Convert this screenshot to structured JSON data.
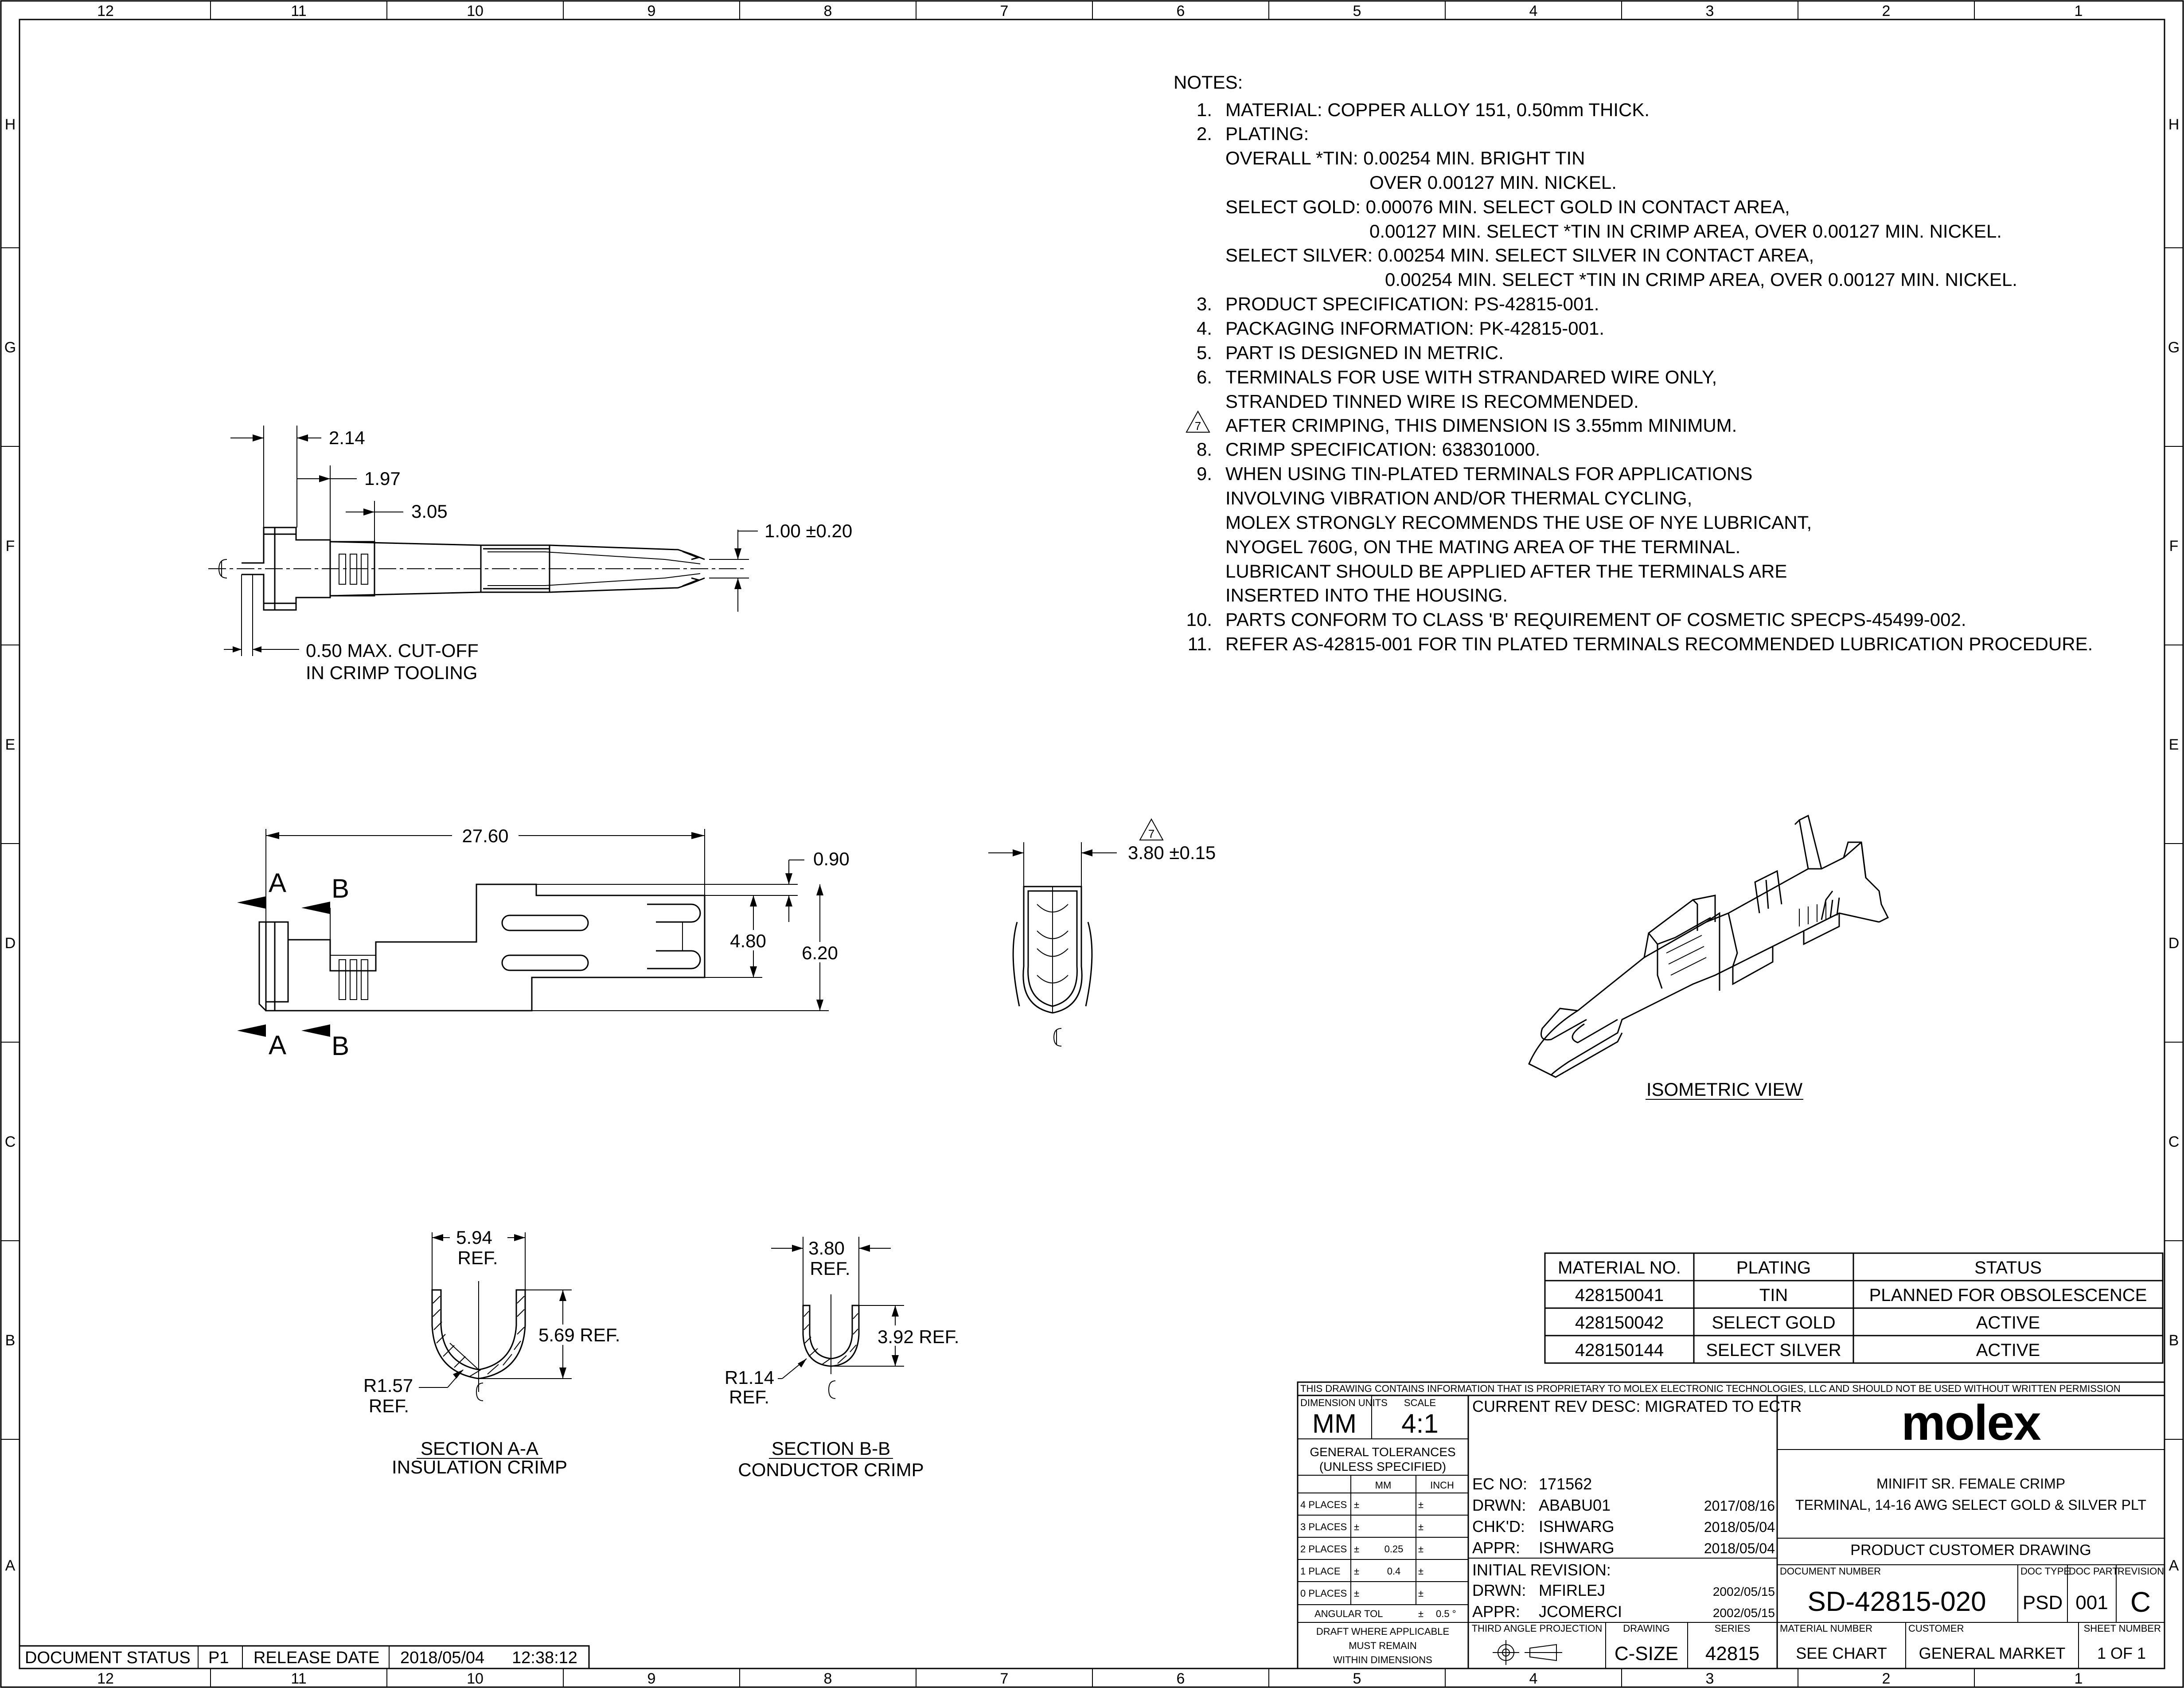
{
  "zones": {
    "columns": [
      "12",
      "11",
      "10",
      "9",
      "8",
      "7",
      "6",
      "5",
      "4",
      "3",
      "2",
      "1"
    ],
    "rows": [
      "H",
      "G",
      "F",
      "E",
      "D",
      "C",
      "B",
      "A"
    ]
  },
  "notes": {
    "heading": "NOTES:",
    "lines": [
      {
        "num": "1.",
        "text": "MATERIAL: COPPER ALLOY 151, 0.50mm THICK."
      },
      {
        "num": "2.",
        "text": "PLATING:"
      },
      {
        "num": "",
        "text": "OVERALL *TIN: 0.00254 MIN. BRIGHT TIN"
      },
      {
        "num": "",
        "text": "OVER 0.00127 MIN. NICKEL."
      },
      {
        "num": "",
        "text": "SELECT GOLD: 0.00076 MIN. SELECT GOLD IN CONTACT AREA,"
      },
      {
        "num": "",
        "text": "0.00127 MIN. SELECT *TIN IN CRIMP AREA, OVER 0.00127 MIN. NICKEL."
      },
      {
        "num": "",
        "text": "SELECT SILVER: 0.00254 MIN. SELECT SILVER IN CONTACT AREA,"
      },
      {
        "num": "",
        "text": "0.00254 MIN. SELECT *TIN IN CRIMP AREA, OVER 0.00127 MIN. NICKEL."
      },
      {
        "num": "3.",
        "text": "PRODUCT SPECIFICATION: PS-42815-001."
      },
      {
        "num": "4.",
        "text": "PACKAGING INFORMATION: PK-42815-001."
      },
      {
        "num": "5.",
        "text": "PART IS DESIGNED IN METRIC."
      },
      {
        "num": "6.",
        "text": "TERMINALS FOR USE WITH STRANDARED WIRE ONLY,"
      },
      {
        "num": "",
        "text": "STRANDED TINNED WIRE IS RECOMMENDED."
      },
      {
        "num": "7",
        "text": "AFTER CRIMPING, THIS DIMENSION IS 3.55mm MINIMUM."
      },
      {
        "num": "8.",
        "text": "CRIMP SPECIFICATION: 638301000."
      },
      {
        "num": "9.",
        "text": "WHEN USING TIN-PLATED TERMINALS FOR APPLICATIONS"
      },
      {
        "num": "",
        "text": "INVOLVING VIBRATION AND/OR THERMAL CYCLING,"
      },
      {
        "num": "",
        "text": "MOLEX STRONGLY RECOMMENDS THE USE OF NYE LUBRICANT,"
      },
      {
        "num": "",
        "text": "NYOGEL 760G, ON THE MATING AREA OF THE TERMINAL."
      },
      {
        "num": "",
        "text": "LUBRICANT SHOULD BE APPLIED AFTER THE TERMINALS ARE"
      },
      {
        "num": "",
        "text": "INSERTED INTO THE HOUSING."
      },
      {
        "num": "10.",
        "text": "PARTS CONFORM TO CLASS 'B' REQUIREMENT OF COSMETIC SPECPS-45499-002."
      },
      {
        "num": "11.",
        "text": "REFER AS-42815-001 FOR TIN PLATED TERMINALS RECOMMENDED LUBRICATION PROCEDURE."
      }
    ]
  },
  "top_view": {
    "dim_a": "2.14",
    "dim_b": "1.97",
    "dim_c": "3.05",
    "dim_tip": "1.00 ±0.20",
    "cutoff_1": "0.50 MAX. CUT-OFF",
    "cutoff_2": "IN CRIMP TOOLING"
  },
  "side_view": {
    "dim_length": "27.60",
    "dim_090": "0.90",
    "dim_480": "4.80",
    "dim_620": "6.20",
    "sec_a": "A",
    "sec_b": "B"
  },
  "end_view": {
    "dim": "3.80 ±0.15",
    "flag": "7"
  },
  "iso_view": {
    "label": "ISOMETRIC VIEW"
  },
  "section_aa": {
    "width_1": "5.94",
    "width_2": "REF.",
    "height": "5.69 REF.",
    "radius_1": "R1.57",
    "radius_2": "REF.",
    "title": "SECTION A-A",
    "subtitle": "INSULATION CRIMP"
  },
  "section_bb": {
    "width_1": "3.80",
    "width_2": "REF.",
    "height": "3.92 REF.",
    "radius_1": "R1.14",
    "radius_2": "REF.",
    "title": "SECTION B-B",
    "subtitle": "CONDUCTOR CRIMP"
  },
  "material_table": {
    "headers": [
      "MATERIAL NO.",
      "PLATING",
      "STATUS"
    ],
    "rows": [
      [
        "428150041",
        "TIN",
        "PLANNED FOR OBSOLESCENCE"
      ],
      [
        "428150042",
        "SELECT GOLD",
        "ACTIVE"
      ],
      [
        "428150144",
        "SELECT SILVER",
        "ACTIVE"
      ]
    ]
  },
  "title_block": {
    "proprietary": "THIS DRAWING CONTAINS INFORMATION THAT IS PROPRIETARY TO MOLEX ELECTRONIC TECHNOLOGIES, LLC AND SHOULD NOT BE USED WITHOUT WRITTEN PERMISSION",
    "dim_units_label": "DIMENSION UNITS",
    "scale_label": "SCALE",
    "dim_units": "MM",
    "scale": "4:1",
    "gen_tol_1": "GENERAL TOLERANCES",
    "gen_tol_2": "(UNLESS SPECIFIED)",
    "col_mm": "MM",
    "col_inch": "INCH",
    "tol_rows": [
      {
        "label": "4 PLACES",
        "mm": "",
        "inch": ""
      },
      {
        "label": "3 PLACES",
        "mm": "",
        "inch": ""
      },
      {
        "label": "2 PLACES",
        "mm": "0.25",
        "inch": ""
      },
      {
        "label": "1 PLACE",
        "mm": "0.4",
        "inch": ""
      },
      {
        "label": "0 PLACES",
        "mm": "",
        "inch": ""
      }
    ],
    "pm": "±",
    "angular_label": "ANGULAR TOL",
    "angular_value": "0.5 °",
    "draft_1": "DRAFT WHERE APPLICABLE",
    "draft_2": "MUST REMAIN",
    "draft_3": "WITHIN DIMENSIONS",
    "rev_desc": "CURRENT REV DESC: MIGRATED TO ECTR",
    "ec_label": "EC NO:",
    "ec_value": "171562",
    "drwn_label": "DRWN:",
    "drwn_value": "ABABU01",
    "drwn_date": "2017/08/16",
    "chkd_label": "CHK'D:",
    "chkd_value": "ISHWARG",
    "chkd_date": "2018/05/04",
    "appr_label": "APPR:",
    "appr_value": "ISHWARG",
    "appr_date": "2018/05/04",
    "initial_rev": "INITIAL REVISION:",
    "i_drwn_label": "DRWN:",
    "i_drwn_value": "MFIRLEJ",
    "i_drwn_date": "2002/05/15",
    "i_appr_label": "APPR:",
    "i_appr_value": "JCOMERCI",
    "i_appr_date": "2002/05/15",
    "third_angle_label": "THIRD ANGLE PROJECTION",
    "drawing_label": "DRAWING",
    "drawing_value": "C-SIZE",
    "series_label": "SERIES",
    "series_value": "42815",
    "logo": "molex",
    "desc_1": "MINIFIT SR. FEMALE CRIMP",
    "desc_2": "TERMINAL, 14-16 AWG SELECT GOLD & SILVER PLT",
    "drawing_type": "PRODUCT CUSTOMER DRAWING",
    "doc_num_label": "DOCUMENT NUMBER",
    "doc_num": "SD-42815-020",
    "doc_type_label": "DOC TYPE",
    "doc_type": "PSD",
    "doc_part_label": "DOC PART",
    "doc_part": "001",
    "revision_label": "REVISION",
    "revision": "C",
    "material_num_label": "MATERIAL NUMBER",
    "material_num": "SEE CHART",
    "customer_label": "CUSTOMER",
    "customer": "GENERAL MARKET",
    "sheet_label": "SHEET NUMBER",
    "sheet": "1 OF 1"
  },
  "status_block": {
    "doc_status_label": "DOCUMENT STATUS",
    "doc_status": "P1",
    "release_label": "RELEASE DATE",
    "release_date": "2018/05/04",
    "release_time": "12:38:12"
  }
}
